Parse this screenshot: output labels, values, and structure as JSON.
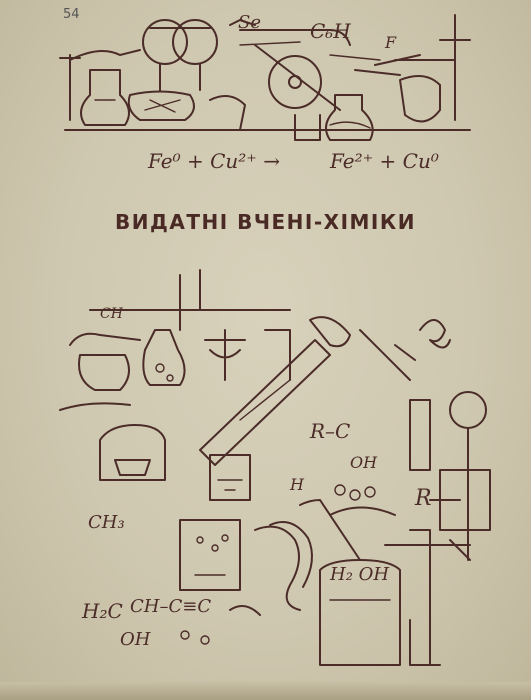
{
  "book": {
    "title": "ВИДАТНІ ВЧЕНІ-ХІМІКИ"
  },
  "top_equation": {
    "left": "Fe⁰ + Cu²⁺ →",
    "right": "Fe²⁺ + Cu⁰"
  },
  "formulas": {
    "carbonyl": "R–C",
    "oh1": "OH",
    "h": "H",
    "ch3": "CH₃",
    "hydroxyl_side": "H₂C",
    "ch": "CH–C≡C",
    "oh2": "OH",
    "h_oh": "H₂ OH",
    "ch_top": "CH",
    "r_side": "R"
  },
  "corner_mark": "54",
  "colors": {
    "background": "#d4cdb6",
    "ink": "#4b2c28"
  }
}
